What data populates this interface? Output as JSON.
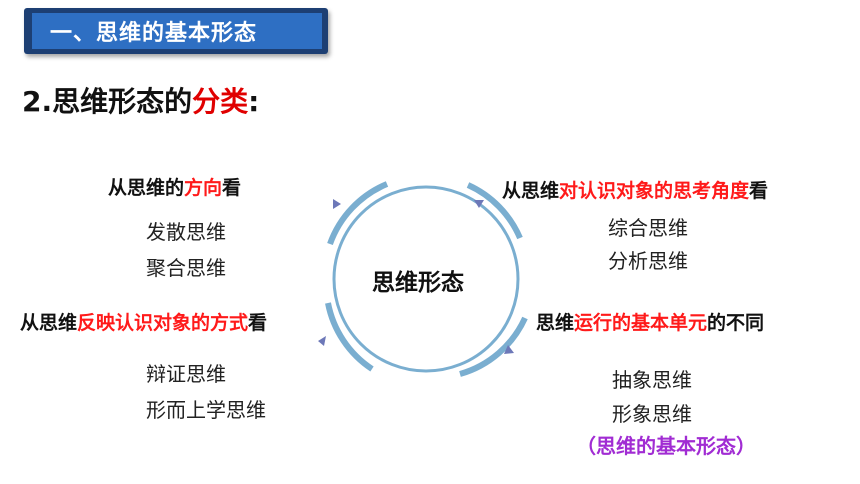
{
  "section_tab": {
    "label": "一、思维的基本形态"
  },
  "heading": {
    "prefix": "2.思维形态的",
    "highlight": "分类",
    "suffix": ":"
  },
  "center": {
    "label": "思维形态"
  },
  "top_left": {
    "label": {
      "pre": "从思维的",
      "red": "方向",
      "post": "看"
    },
    "items": [
      "发散思维",
      "聚合思维"
    ]
  },
  "top_right": {
    "label": {
      "pre": "从思维",
      "red": "对认识对象的思考角度",
      "post": "看"
    },
    "items": [
      "综合思维",
      "分析思维"
    ]
  },
  "bottom_left": {
    "label": {
      "pre": "从思维",
      "red": "反映认识对象的方式",
      "post": "看"
    },
    "items": [
      "辩证思维",
      "形而上学思维"
    ]
  },
  "bottom_right": {
    "label": {
      "pre": "思维",
      "red": "运行的基本单元",
      "post": "的不同"
    },
    "items": [
      "抽象思维",
      "形象思维"
    ],
    "note": "（思维的基本形态）"
  },
  "colors": {
    "tab_dark": "#1d3f73",
    "tab_light": "#2e6fc3",
    "highlight": "#ff1a1a",
    "ring": "#7aaed0",
    "note": "#a12cd3"
  }
}
